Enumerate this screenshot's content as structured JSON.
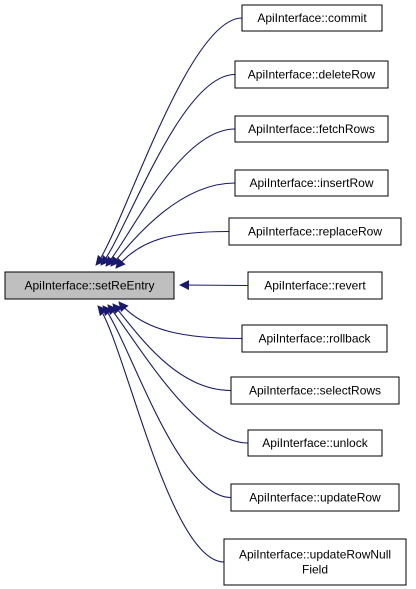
{
  "graph": {
    "root": {
      "label": "ApiInterface::setReEntry",
      "fill": "#bfbfbf"
    },
    "callers": [
      {
        "lines": [
          "ApiInterface::commit"
        ]
      },
      {
        "lines": [
          "ApiInterface::deleteRow"
        ]
      },
      {
        "lines": [
          "ApiInterface::fetchRows"
        ]
      },
      {
        "lines": [
          "ApiInterface::insertRow"
        ]
      },
      {
        "lines": [
          "ApiInterface::replaceRow"
        ]
      },
      {
        "lines": [
          "ApiInterface::revert"
        ]
      },
      {
        "lines": [
          "ApiInterface::rollback"
        ]
      },
      {
        "lines": [
          "ApiInterface::selectRows"
        ]
      },
      {
        "lines": [
          "ApiInterface::unlock"
        ]
      },
      {
        "lines": [
          "ApiInterface::updateRow"
        ]
      },
      {
        "lines": [
          "ApiInterface::updateRowNull",
          "Field"
        ]
      }
    ],
    "edge_color": "#191970",
    "node_border_color": "#000000"
  }
}
